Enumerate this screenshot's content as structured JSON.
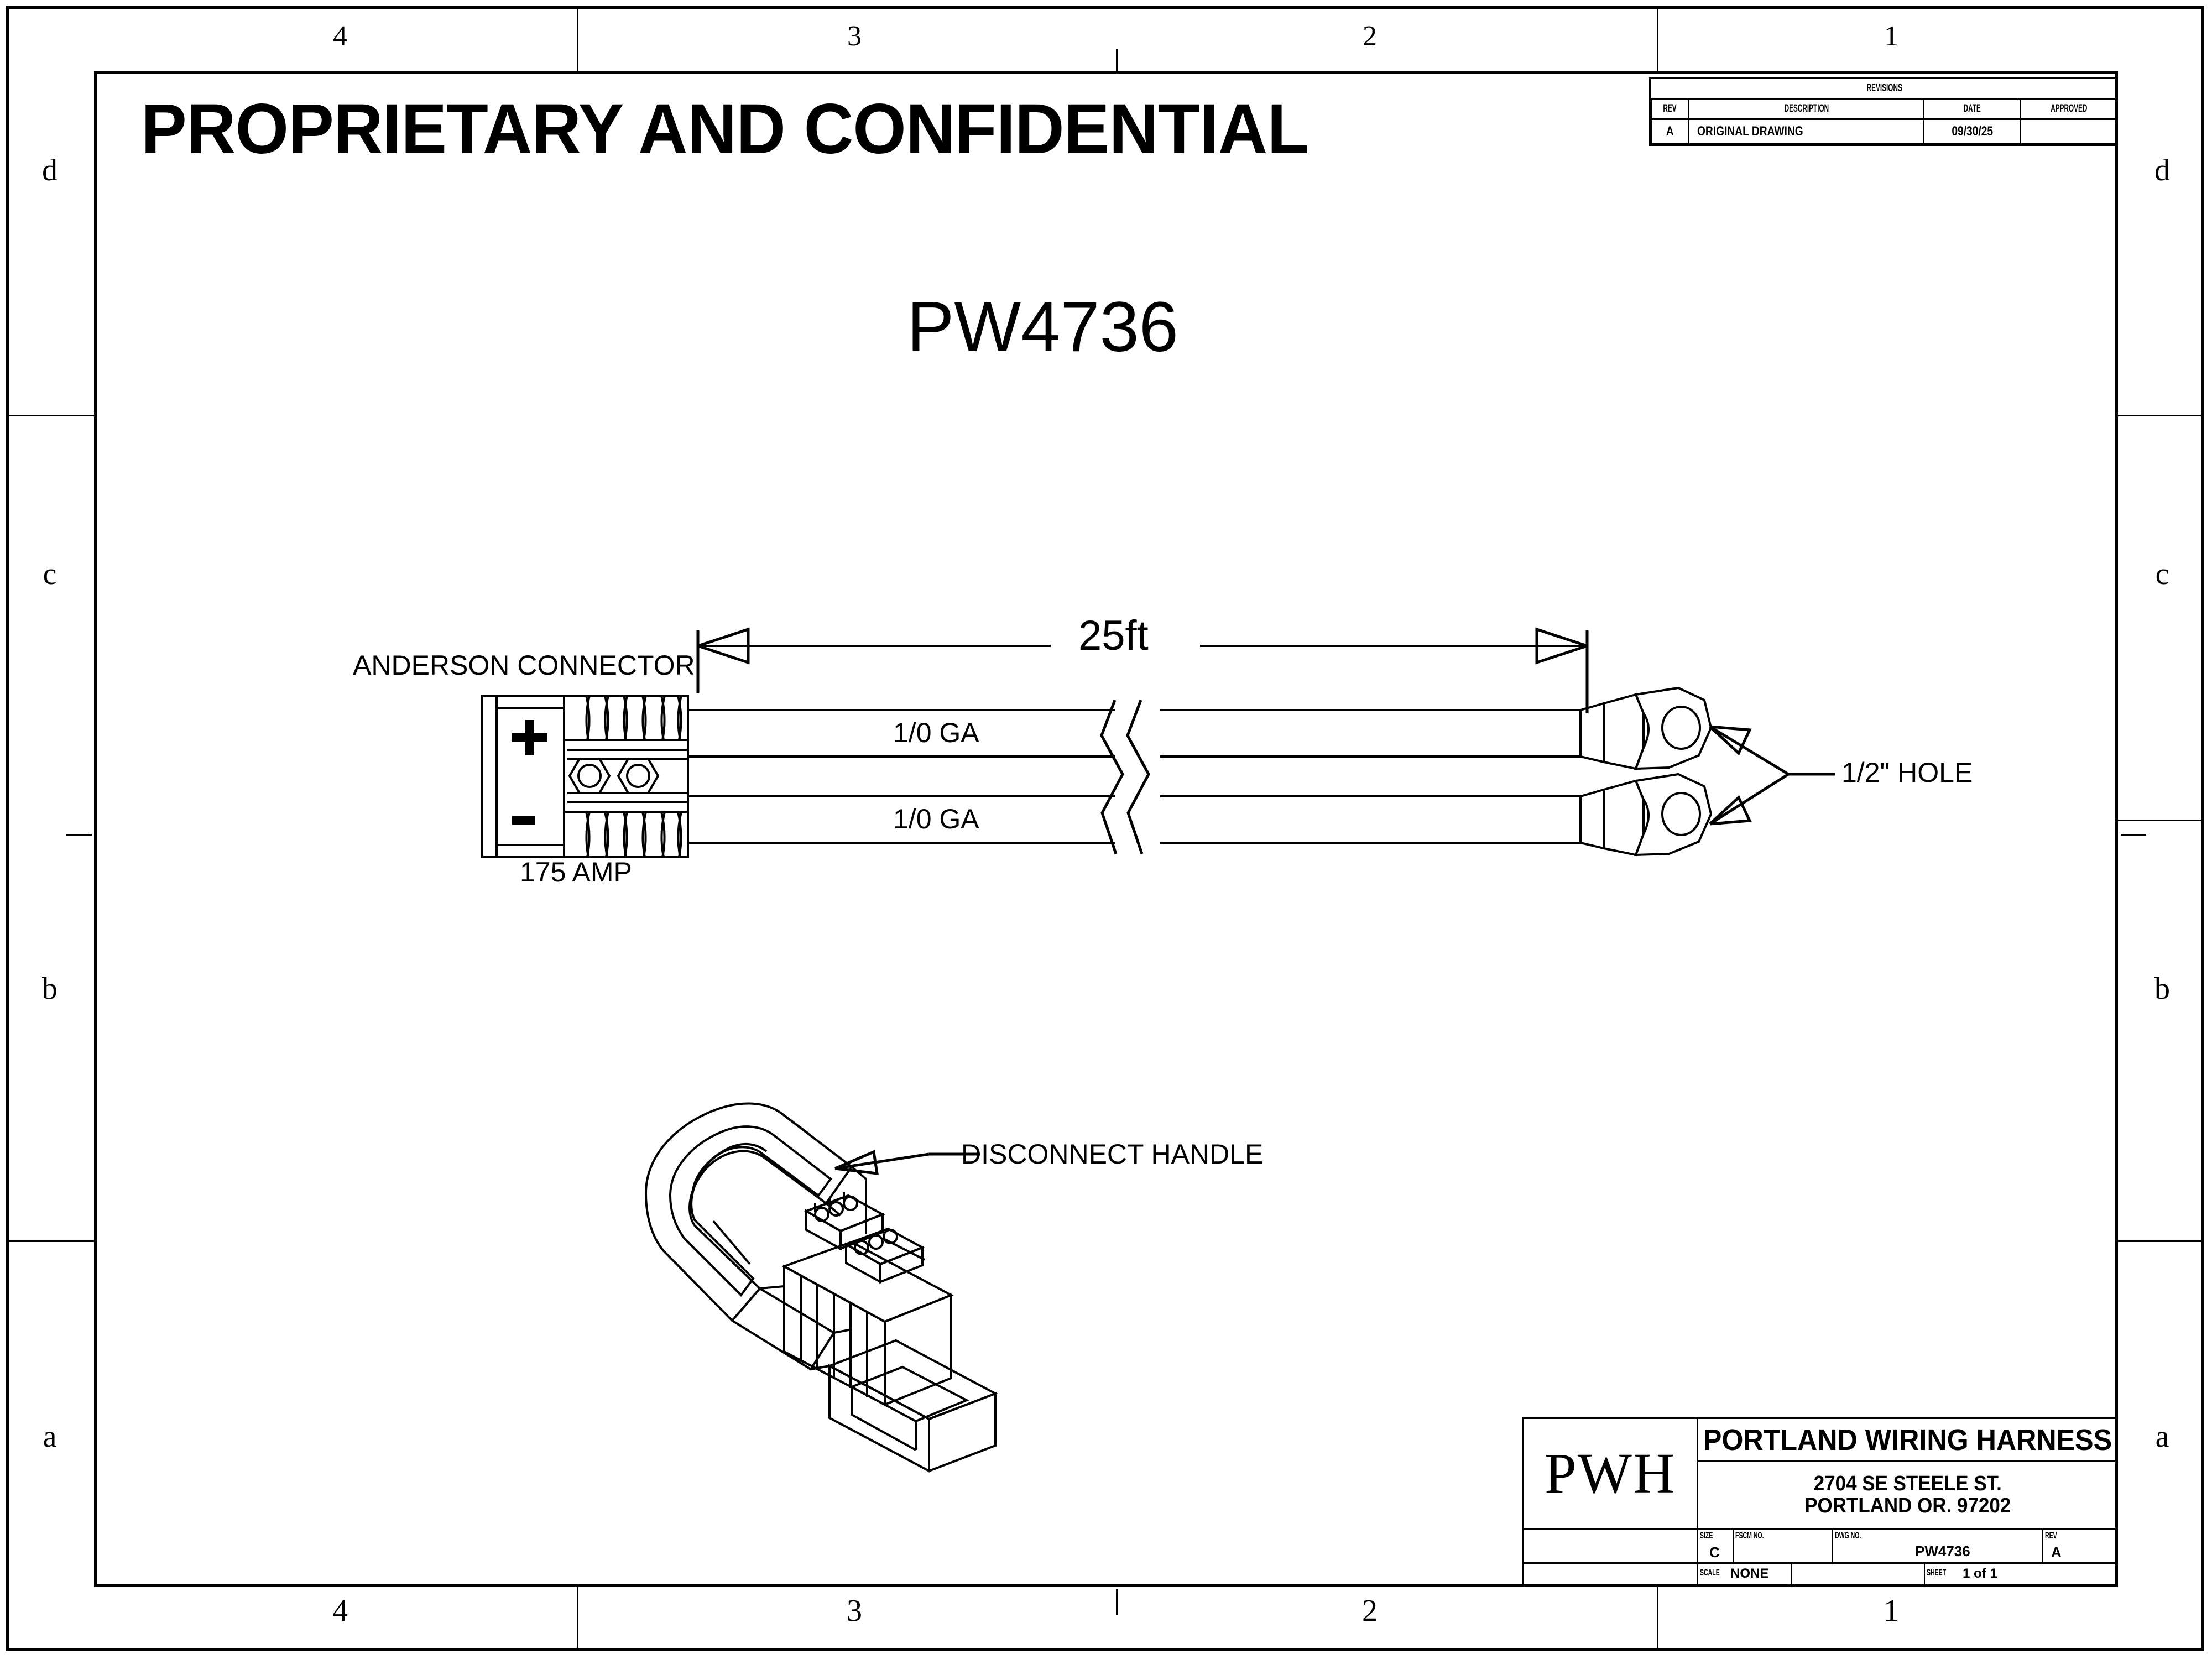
{
  "sheet": {
    "confidential_banner": "PROPRIETARY AND CONFIDENTIAL",
    "part_title": "PW4736"
  },
  "zones": {
    "top": [
      "4",
      "3",
      "2",
      "1"
    ],
    "bottom": [
      "4",
      "3",
      "2",
      "1"
    ],
    "left": [
      "d",
      "c",
      "b",
      "a"
    ],
    "right": [
      "d",
      "c",
      "b",
      "a"
    ]
  },
  "revisions": {
    "table_title": "REVISIONS",
    "columns": [
      "REV",
      "DESCRIPTION",
      "DATE",
      "APPROVED"
    ],
    "rows": [
      {
        "rev": "A",
        "description": "ORIGINAL DRAWING",
        "date": "09/30/25",
        "approved": ""
      }
    ]
  },
  "drawing": {
    "callouts": {
      "anderson_connector": "ANDERSON CONNECTOR",
      "amperage": "175 AMP",
      "length_dimension": "25ft",
      "gauge_top": "1/0 GA",
      "gauge_bottom": "1/0 GA",
      "ring_terminal_hole": "1/2\" HOLE",
      "disconnect_handle": "DISCONNECT HANDLE"
    },
    "connector_polarity": {
      "positive": "+",
      "negative": "-"
    }
  },
  "title_block": {
    "logo_text": "PWH",
    "company": "PORTLAND WIRING HARNESS",
    "address_line1": "2704 SE STEELE ST.",
    "address_line2": "PORTLAND OR. 97202",
    "fields": {
      "size_label": "SIZE",
      "size_value": "C",
      "fscm_label": "FSCM NO.",
      "fscm_value": "",
      "dwg_label": "DWG NO.",
      "dwg_value": "PW4736",
      "rev_label": "REV",
      "rev_value": "A",
      "scale_label": "SCALE",
      "scale_value": "NONE",
      "sheet_label": "SHEET",
      "sheet_value": "1 of 1"
    }
  }
}
